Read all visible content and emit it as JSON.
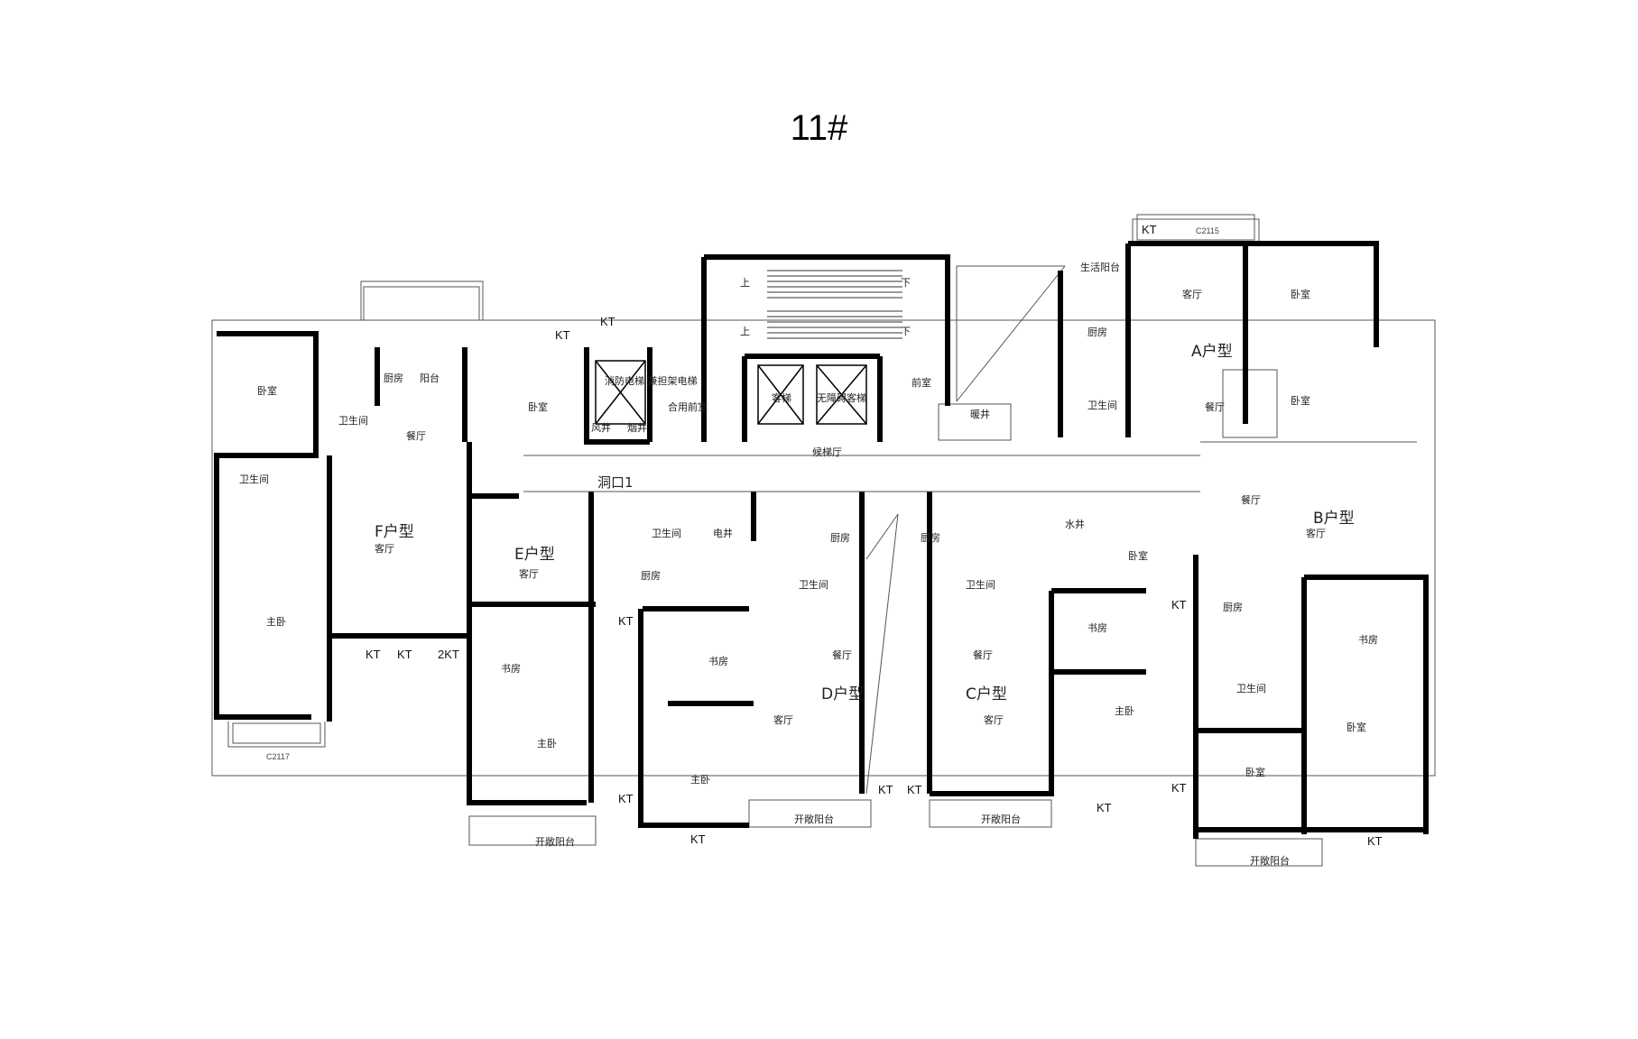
{
  "title": "11#",
  "wall_color": "#000000",
  "thin_line_color": "#555555",
  "units": {
    "A": "A户型",
    "B": "B户型",
    "C": "C户型",
    "D": "D户型",
    "E": "E户型",
    "F": "F户型"
  },
  "rooms": {
    "living_room": "客厅",
    "dining_room": "餐厅",
    "bedroom": "卧室",
    "master_bedroom": "主卧",
    "study": "书房",
    "kitchen": "厨房",
    "bathroom": "卫生间",
    "balcony": "阳台",
    "utility_balcony": "生活阳台",
    "open_balcony": "开敞阳台",
    "elevator_hall": "候梯厅",
    "shared_hall": "合用前室",
    "front_room": "前室",
    "fire_elevator": "消防电梯\n兼担架电梯",
    "elevator": "客梯",
    "accessible_elevator": "无障碍客梯",
    "air_shaft": "风井",
    "smoke_shaft": "烟井",
    "heating_shaft": "暖井",
    "electric_shaft": "电井",
    "water_shaft": "水井",
    "opening": "洞口1",
    "stair_up": "上",
    "stair_down": "下"
  },
  "ac_labels": {
    "kt": "KT",
    "kt2": "2KT"
  },
  "window_labels": {
    "top": "C2115",
    "left": "C2117"
  }
}
